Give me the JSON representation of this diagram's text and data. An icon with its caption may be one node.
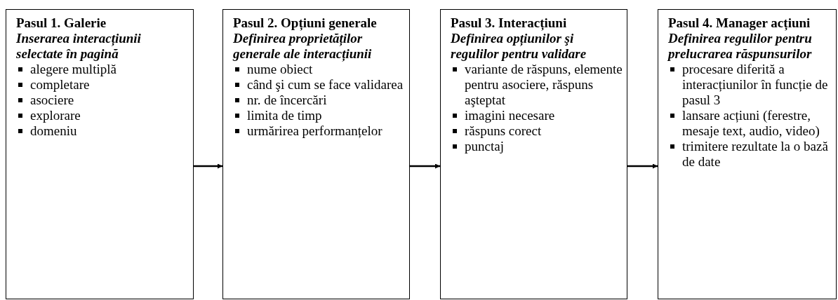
{
  "diagram": {
    "nodes": [
      {
        "text": [
          "Pasul 1. Galerie",
          "Inserarea interacțiunii selectate în pagină",
          "alegere multiplă",
          "completare",
          "asociere",
          "explorare",
          "domeniu"
        ]
      },
      {
        "text": [
          "Pasul 2. Opțiuni generale",
          "Definirea proprietăților generale ale interacțiunii",
          "nume obiect",
          "când şi cum se face validarea",
          "nr. de încercări",
          "limita de timp",
          "urmărirea performanțelor"
        ]
      },
      {
        "text": [
          "Pasul 3. Interacțiuni",
          "Definirea opțiunilor şi regulilor pentru validare",
          "variante de răspuns, elemente pentru asociere, răspuns aşteptat",
          "imagini necesare",
          "răspuns corect",
          "punctaj"
        ]
      },
      {
        "text": [
          "Pasul 4. Manager acțiuni",
          "Definirea regulilor pentru prelucrarea răspunsurilor",
          "procesare diferită a interacțiunilor în funcție de pasul 3",
          "lansare acțiuni (ferestre, mesaje text, audio, video)",
          "trimitere rezultate la o bază de date"
        ]
      }
    ],
    "edges": [
      {
        "from": 0,
        "to": 1,
        "arrow": "to"
      },
      {
        "from": 1,
        "to": 2,
        "arrow": "to"
      },
      {
        "from": 2,
        "to": 3,
        "arrow": "to"
      }
    ]
  }
}
